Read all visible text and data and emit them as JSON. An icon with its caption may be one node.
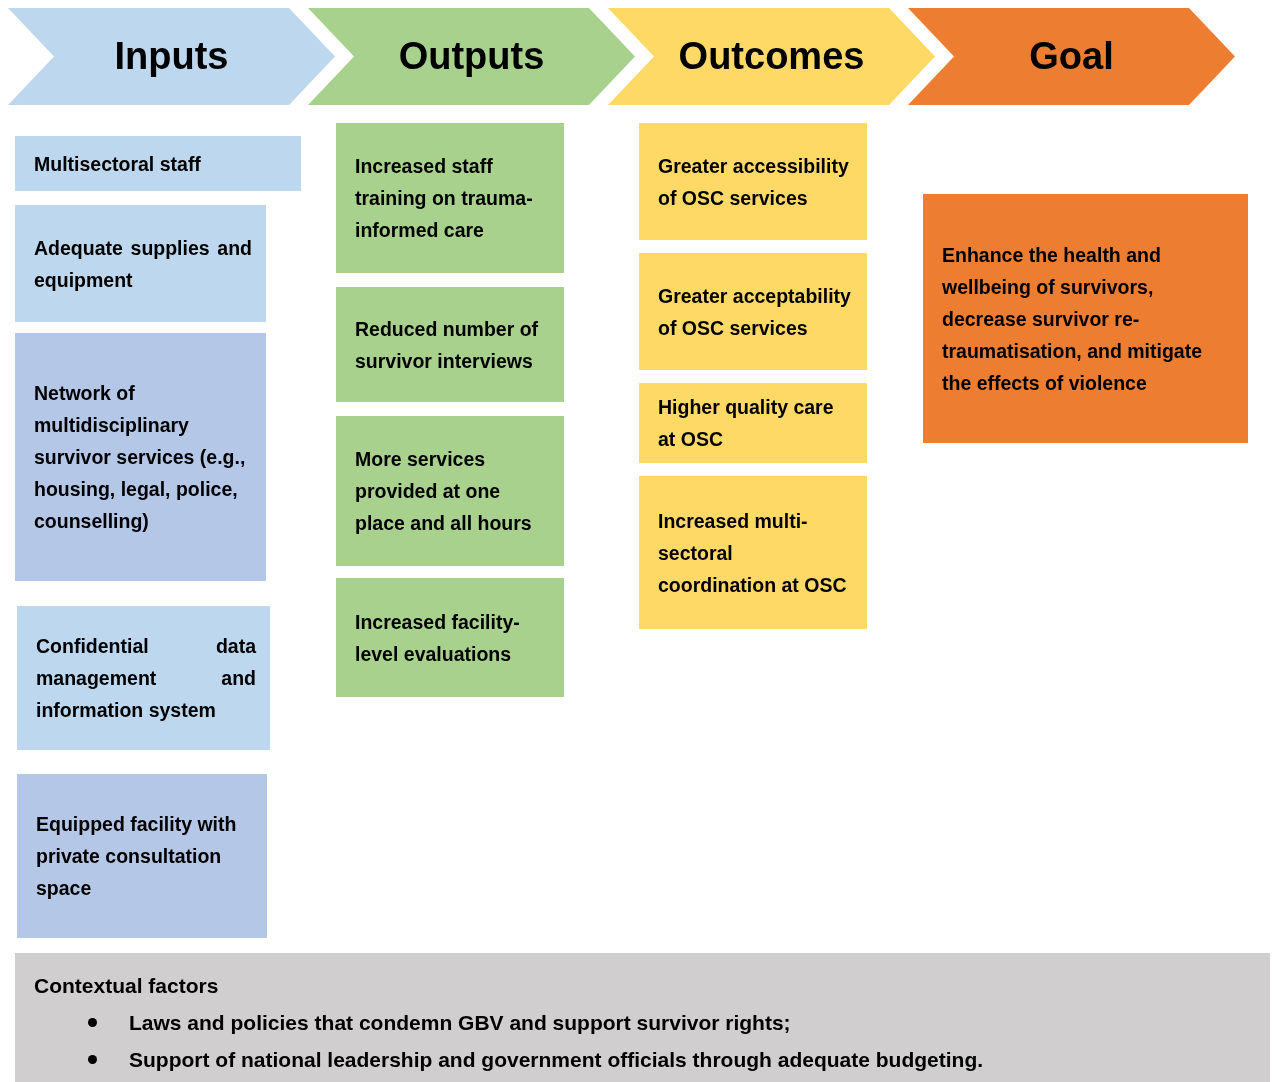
{
  "diagram": {
    "nodes": [
      {
        "text": [
          "Inputs"
        ]
      },
      {
        "text": [
          "Outputs"
        ]
      },
      {
        "text": [
          "Outcomes"
        ]
      },
      {
        "text": [
          "Goal"
        ]
      },
      {
        "text": [
          "Multisectoral staff"
        ]
      },
      {
        "text": [
          "Adequate supplies and equipment"
        ]
      },
      {
        "text": [
          "Network of multidisciplinary survivor services (e.g., housing, legal, police, counselling)"
        ]
      },
      {
        "text": [
          "Confidential data management and information system"
        ]
      },
      {
        "text": [
          "Equipped facility with private consultation space"
        ]
      },
      {
        "text": [
          "Increased staff training on trauma-informed care"
        ]
      },
      {
        "text": [
          "Reduced number of survivor interviews"
        ]
      },
      {
        "text": [
          "More services provided at one place and all hours"
        ]
      },
      {
        "text": [
          "Increased facility-level evaluations"
        ]
      },
      {
        "text": [
          "Greater accessibility of OSC services"
        ]
      },
      {
        "text": [
          "Greater acceptability of OSC services"
        ]
      },
      {
        "text": [
          "Higher quality care at OSC"
        ]
      },
      {
        "text": [
          "Increased multi-sectoral coordination at OSC"
        ]
      },
      {
        "text": [
          "Enhance the health and wellbeing of survivors, decrease survivor re-traumatisation, and mitigate the effects of violence"
        ]
      },
      {
        "text": [
          "Contextual factors",
          "Laws and policies that condemn GBV and support survivor rights;",
          "Support of national leadership and government officials through adequate budgeting."
        ]
      }
    ]
  }
}
